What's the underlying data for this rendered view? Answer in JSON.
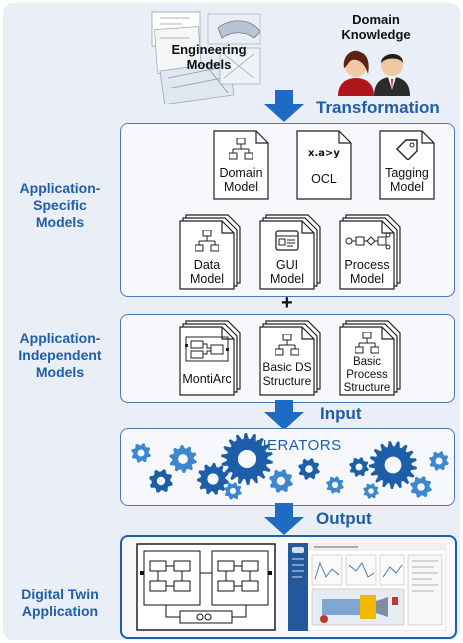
{
  "top": {
    "engineering_models": "Engineering Models",
    "domain_knowledge": "Domain Knowledge"
  },
  "steps": {
    "transformation": "Transformation",
    "input": "Input",
    "output": "Output",
    "plus": "+"
  },
  "sections": {
    "application_specific": "Application-Specific Models",
    "application_independent": "Application-Independent Models",
    "digital_twin": "Digital Twin Application"
  },
  "app_specific_models": [
    {
      "label": "Domain Model",
      "icon": "hierarchy-icon"
    },
    {
      "label": "OCL",
      "icon": "ocl-expression",
      "expression": "x.a>y"
    },
    {
      "label": "Tagging Model",
      "icon": "tag-icon"
    },
    {
      "label": "Data Model",
      "icon": "hierarchy-icon"
    },
    {
      "label": "GUI Model",
      "icon": "window-icon"
    },
    {
      "label": "Process Model",
      "icon": "process-flow-icon"
    }
  ],
  "app_independent_models": [
    {
      "label": "MontiArc",
      "icon": "component-diagram-icon"
    },
    {
      "label": "Basic DS Structure",
      "icon": "hierarchy-icon"
    },
    {
      "label": "Basic Process Structure",
      "icon": "hierarchy-icon"
    }
  ],
  "generators": {
    "label": "GENERATORS",
    "icon": "gears-icon"
  },
  "colors": {
    "accent": "#1f5ea8",
    "arrow": "#1f6bc4",
    "gear_dark": "#1c5fa8",
    "gear_light": "#3d87cf"
  }
}
